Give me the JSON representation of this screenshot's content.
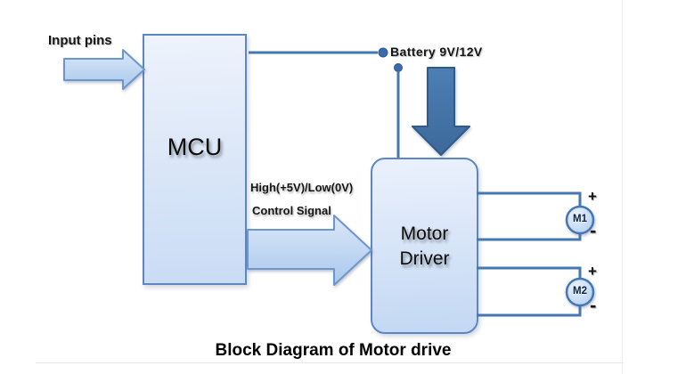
{
  "diagram": {
    "title": "Block Diagram of Motor drive",
    "blocks": {
      "mcu": {
        "label": "MCU"
      },
      "motor_driver": {
        "label_line1": "Motor",
        "label_line2": "Driver"
      }
    },
    "labels": {
      "input_pins": "Input pins",
      "battery": "Battery 9V/12V",
      "signal_levels": "High(+5V)/Low(0V)",
      "signal_name": "Control Signal"
    },
    "motors": [
      {
        "id": "M1",
        "positive": "+",
        "negative": "-"
      },
      {
        "id": "M2",
        "positive": "+",
        "negative": "-"
      }
    ],
    "colors": {
      "wire": "#4478b4",
      "block_border": "#5b87c5",
      "block_fill_top": "#eef3fc",
      "block_fill_bottom": "#c9dcf5",
      "light_arrow_top": "#dbe8f8",
      "light_arrow_bottom": "#a9c7ec",
      "solid_arrow": "#41719c",
      "text": "#161616"
    }
  }
}
